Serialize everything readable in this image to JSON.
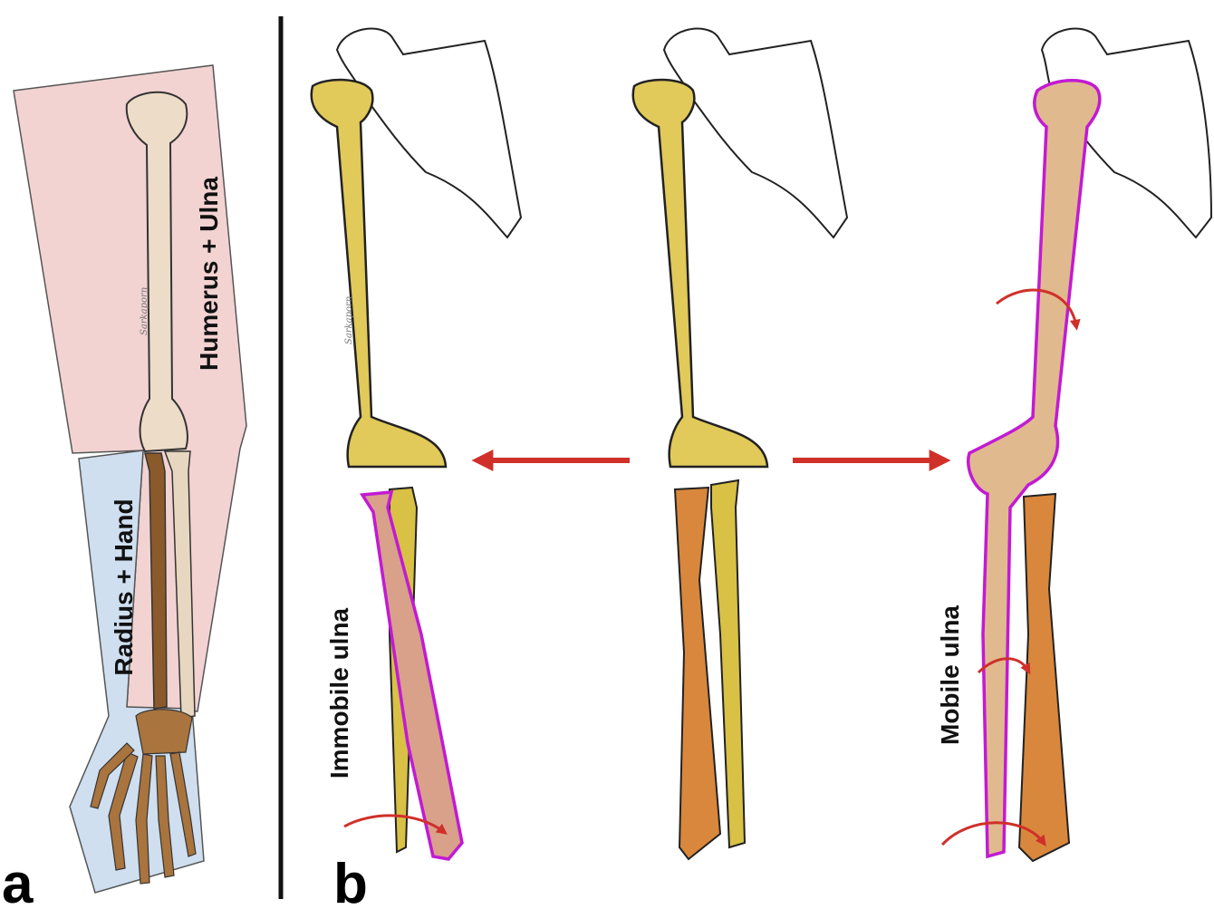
{
  "panels": {
    "a": {
      "letter": "a"
    },
    "b": {
      "letter": "b"
    }
  },
  "labels": {
    "humerus_ulna": "Humerus + Ulna",
    "radius_hand": "Radius + Hand",
    "immobile_ulna": "Immobile ulna",
    "mobile_ulna": "Mobile ulna"
  },
  "signatures": [
    "Sarkaporn",
    "Sarkaporn"
  ],
  "colors": {
    "upper_region": "#f2d3d2",
    "lower_region": "#cfdff0",
    "humerus_bone": "#e1c95a",
    "ulna_bone": "#d8c144",
    "radius_bone": "#d9873c",
    "tan_bone": "#e1b98e",
    "highlight_outline": "#c21ad3",
    "arrow": "#d0302a",
    "divider": "#111111"
  }
}
